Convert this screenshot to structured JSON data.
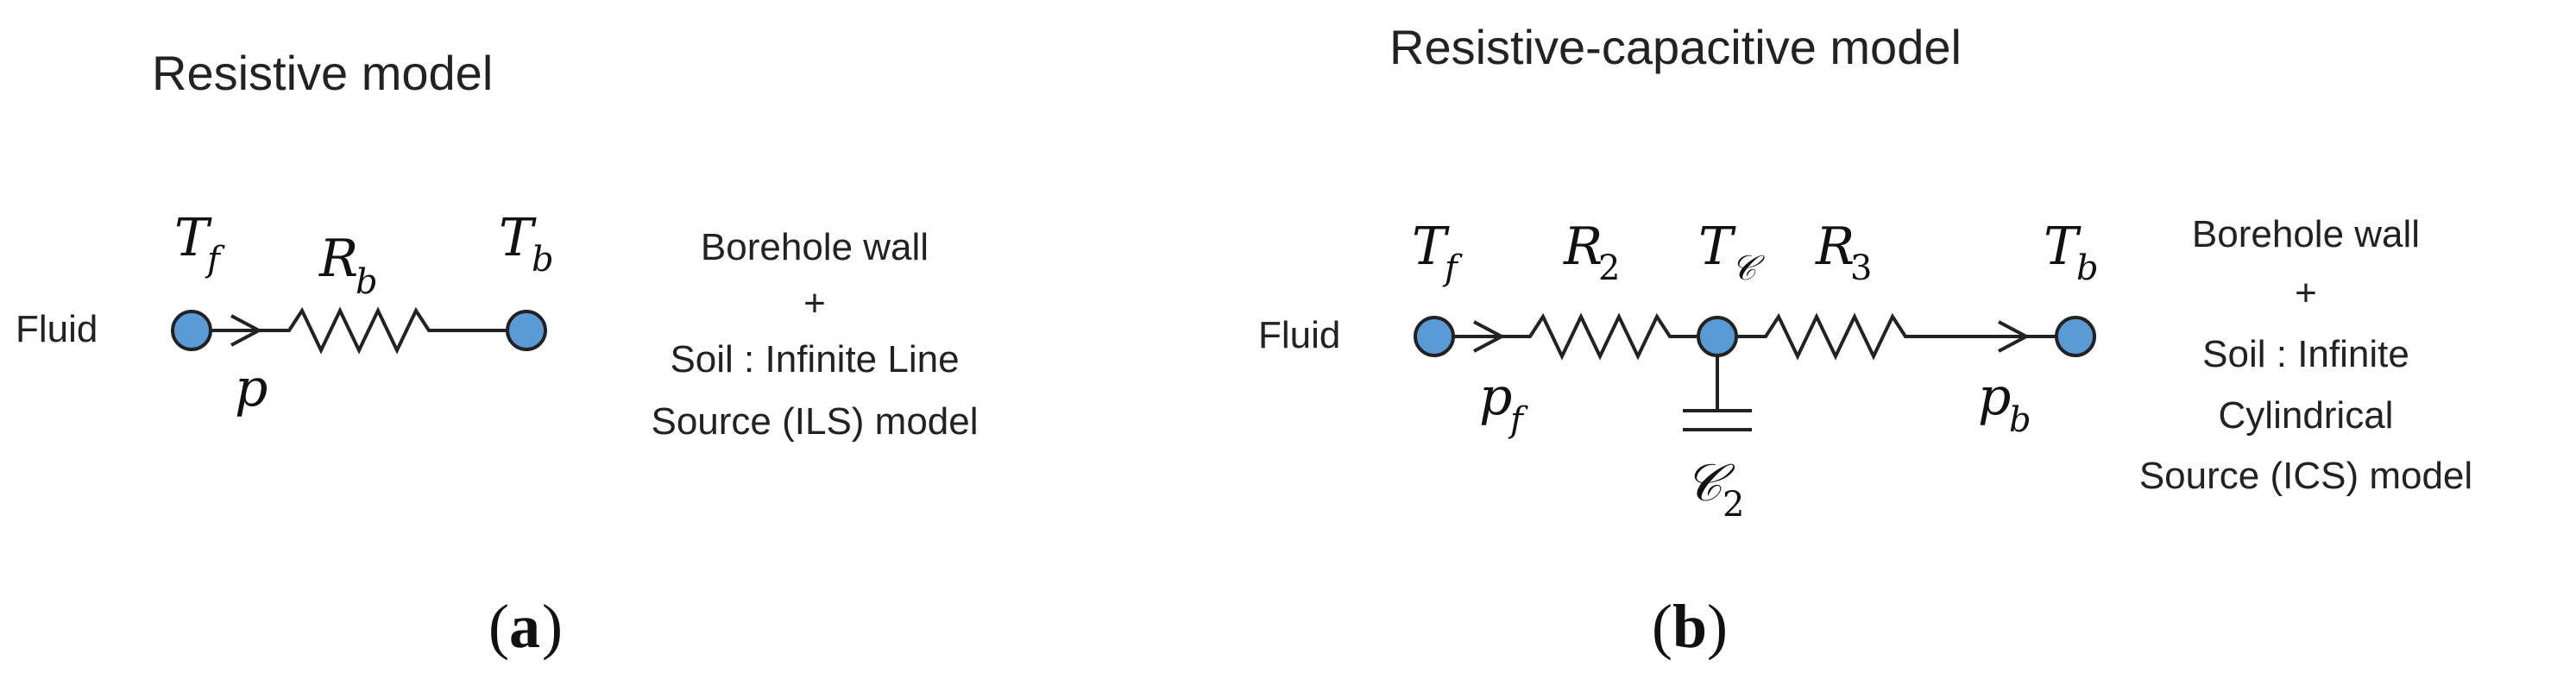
{
  "panel_a": {
    "title": "Resistive model",
    "fluid_label": "Fluid",
    "node_left": {
      "symbol": "T",
      "sub": "f"
    },
    "node_right": {
      "symbol": "T",
      "sub": "b"
    },
    "resistor": {
      "symbol": "R",
      "sub": "b"
    },
    "flow": {
      "symbol": "p"
    },
    "side_text": [
      "Borehole wall",
      "+",
      "Soil : Infinite Line",
      "Source (ILS) model"
    ],
    "caption_open": "(",
    "caption_letter": "a",
    "caption_close": ")"
  },
  "panel_b": {
    "title": "Resistive-capacitive model",
    "fluid_label": "Fluid",
    "node_left": {
      "symbol": "T",
      "sub": "f"
    },
    "node_mid": {
      "symbol": "T",
      "sub": "𝒞"
    },
    "node_right": {
      "symbol": "T",
      "sub": "b"
    },
    "resistor_1": {
      "symbol": "R",
      "sub": "2"
    },
    "resistor_2": {
      "symbol": "R",
      "sub": "3"
    },
    "capacitor": {
      "symbol": "𝒞",
      "sub": "2"
    },
    "flow_left": {
      "symbol": "p",
      "sub": "f"
    },
    "flow_right": {
      "symbol": "p",
      "sub": "b"
    },
    "side_text": [
      "Borehole wall",
      "+",
      "Soil : Infinite",
      "Cylindrical",
      "Source (ICS) model"
    ],
    "caption_open": "(",
    "caption_letter": "b",
    "caption_close": ")"
  },
  "colors": {
    "node_fill": "#5b9bd5",
    "wire": "#222222"
  }
}
